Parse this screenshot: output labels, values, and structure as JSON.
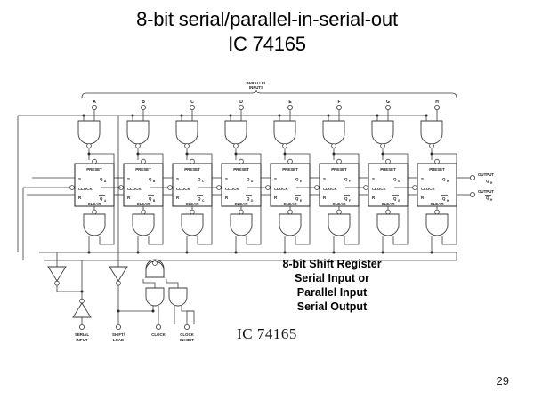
{
  "slide": {
    "title_line1": "8-bit serial/parallel-in-serial-out",
    "title_line2": "IC 74165",
    "page_number": "29",
    "background_color": "#ffffff",
    "ink_color": "#222222"
  },
  "diagram": {
    "caption": "IC 74165",
    "parallel_inputs_label_line1": "PARALLEL",
    "parallel_inputs_label_line2": "INPUTS",
    "parallel_input_pins": [
      "A",
      "B",
      "C",
      "D",
      "E",
      "F",
      "G",
      "H"
    ],
    "stage_suffixes": [
      "A",
      "B",
      "C",
      "D",
      "E",
      "F",
      "G",
      "H"
    ],
    "flipflop_labels": {
      "preset": "PRESET",
      "clear": "CLEAR",
      "clock": "CLOCK",
      "s": "S",
      "r": "R",
      "q": "Q",
      "q_bar": "Q"
    },
    "outputs": [
      {
        "name": "OUTPUT",
        "signal": "Q",
        "subscript": "H",
        "inverted": false
      },
      {
        "name": "OUTPUT",
        "signal": "Q",
        "subscript": "H",
        "inverted": true
      }
    ],
    "control_inputs": [
      {
        "line1": "SERIAL",
        "line2": "INPUT"
      },
      {
        "line1": "SHIFT/",
        "line2": "LOAD"
      },
      {
        "line1": "CLOCK",
        "line2": ""
      },
      {
        "line1": "CLOCK",
        "line2": "INHIBIT"
      }
    ],
    "description_lines": [
      "8-bit Shift Register",
      "Serial Input or",
      "Parallel Input",
      "Serial Output"
    ]
  }
}
